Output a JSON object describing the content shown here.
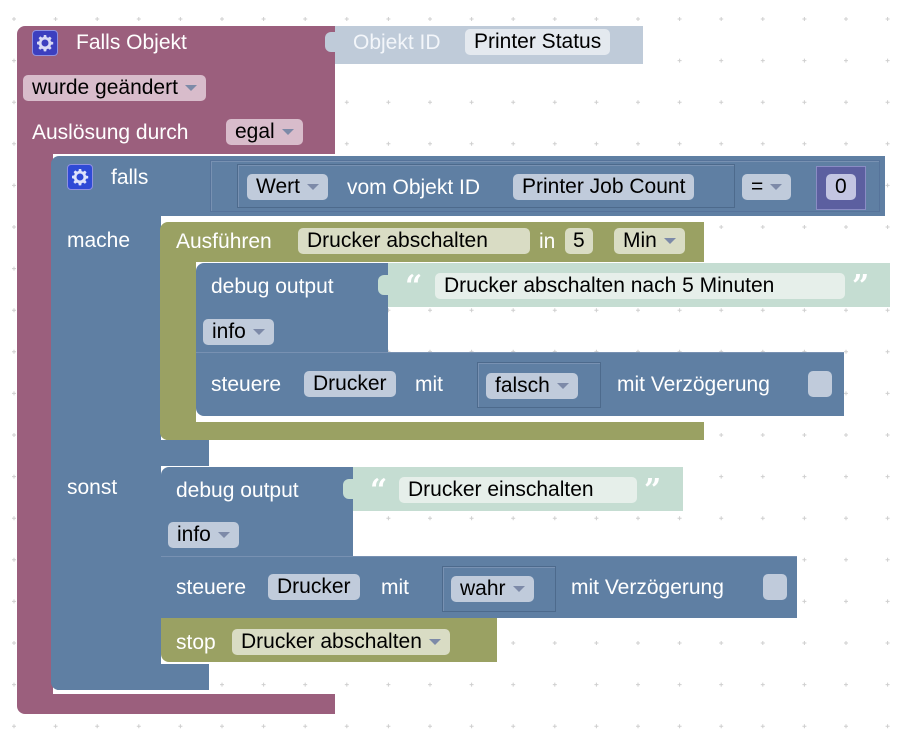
{
  "colors": {
    "event_block": "#9b5f7d",
    "logic_block": "#5f7fa3",
    "timer_block": "#9aa163",
    "object_id_block": "#bfcbd9",
    "text_block": "#c5ddd2",
    "number_block": "#5c5fa0",
    "gear_icon": "#3c3fbf"
  },
  "event_block": {
    "title": "Falls Objekt",
    "trigger_option": "wurde geändert",
    "triggered_by_label": "Auslösung durch",
    "triggered_by_value": "egal",
    "object_id_label": "Objekt ID",
    "object_id_value": "Printer Status"
  },
  "if_block": {
    "if_label": "falls",
    "do_label": "mache",
    "else_label": "sonst",
    "condition": {
      "property": "Wert",
      "of_object_label": "vom Objekt ID",
      "object_id": "Printer Job Count",
      "operator": "=",
      "value": "0"
    }
  },
  "then_branch": {
    "timeout": {
      "label": "Ausführen",
      "name": "Drucker abschalten",
      "in_label": "in",
      "delay": "5",
      "unit": "Min"
    },
    "debug": {
      "label": "debug output",
      "message": "Drucker abschalten nach 5 Minuten",
      "level": "info"
    },
    "control": {
      "label": "steuere",
      "target": "Drucker",
      "with_label": "mit",
      "value": "falsch",
      "delay_label": "mit Verzögerung",
      "delay_checked": false
    }
  },
  "else_branch": {
    "debug": {
      "label": "debug output",
      "message": "Drucker einschalten",
      "level": "info"
    },
    "control": {
      "label": "steuere",
      "target": "Drucker",
      "with_label": "mit",
      "value": "wahr",
      "delay_label": "mit Verzögerung",
      "delay_checked": false
    },
    "stop": {
      "label": "stop",
      "name": "Drucker abschalten"
    }
  },
  "quotes": {
    "open": "“",
    "close": "”"
  }
}
